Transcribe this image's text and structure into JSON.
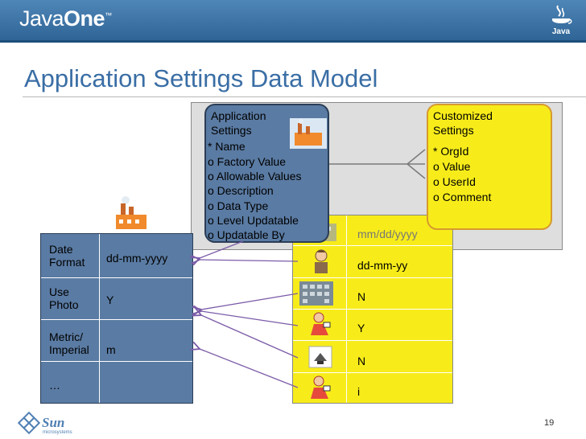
{
  "header": {
    "brand_java": "Java",
    "brand_one": "One",
    "brand_tm": "™",
    "java_logo_text": "Java"
  },
  "slide": {
    "title": "Application Settings Data Model",
    "page_number": "19"
  },
  "application_settings": {
    "lines": [
      "Application",
      "Settings",
      "*  Name",
      "o Factory Value",
      "o Allowable Values",
      "o Description",
      "o Data Type",
      "o Level Updatable",
      "o Updatable By"
    ]
  },
  "customized_settings": {
    "lines": [
      "Customized",
      "Settings",
      "*  OrgId",
      "o Value",
      "o UserId",
      "o Comment"
    ]
  },
  "left_table": {
    "rows": [
      {
        "label": "Date\nFormat",
        "value": "dd-mm-yyyy"
      },
      {
        "label": "Use\nPhoto",
        "value": "Y"
      },
      {
        "label": "Metric/\nImperial",
        "value": "m"
      },
      {
        "label": "…",
        "value": ""
      }
    ]
  },
  "right_table": {
    "rows": [
      {
        "value": "mm/dd/yyyy",
        "icon": "building-icon"
      },
      {
        "value": "dd-mm-yy",
        "icon": "person-icon"
      },
      {
        "value": "N",
        "icon": "building-icon"
      },
      {
        "value": "Y",
        "icon": "person-icon"
      },
      {
        "value": "N",
        "icon": "computer-icon"
      },
      {
        "value": "i",
        "icon": "person-icon"
      }
    ]
  },
  "footer": {
    "sun_logo_text": "Sun",
    "sun_logo_sub": "microsystems"
  },
  "colors": {
    "banner_blue": "#3a6ea5",
    "panel_blue": "#5a7ba3",
    "highlight_yellow": "#f7ec1a",
    "arrow_purple": "#7b5ba8"
  }
}
